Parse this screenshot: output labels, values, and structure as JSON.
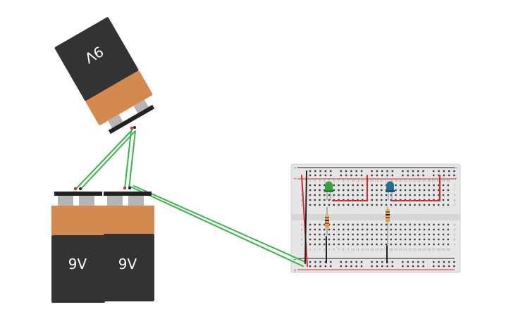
{
  "batteries": [
    {
      "label": "9V",
      "body_color": "#333333",
      "label_band_color": "#d4894f"
    },
    {
      "label": "9V",
      "body_color": "#333333",
      "label_band_color": "#d4894f"
    },
    {
      "label": "9V",
      "body_color": "#333333",
      "label_band_color": "#d4894f"
    }
  ],
  "breadboard": {
    "rail_plus": "+",
    "rail_minus": "−",
    "row_letters_top": [
      "j",
      "i",
      "h",
      "g",
      "f"
    ],
    "row_letters_bottom": [
      "e",
      "d",
      "c",
      "b",
      "a"
    ],
    "column_numbers": [
      "1",
      "2",
      "3",
      "4",
      "5",
      "6",
      "7",
      "8",
      "9",
      "10",
      "11",
      "12",
      "13",
      "14",
      "15",
      "16",
      "17",
      "18",
      "19",
      "20",
      "21",
      "22",
      "23",
      "24",
      "25",
      "26",
      "27",
      "28",
      "29",
      "30"
    ]
  },
  "components": {
    "leds": [
      {
        "color": "#2ea43a"
      },
      {
        "color": "#1f6f94"
      }
    ],
    "resistors": 2
  },
  "colors": {
    "wire": "#39b54a",
    "wire_red": "#d62b2b",
    "wire_black": "#222222",
    "board": "#e6e6e6"
  }
}
